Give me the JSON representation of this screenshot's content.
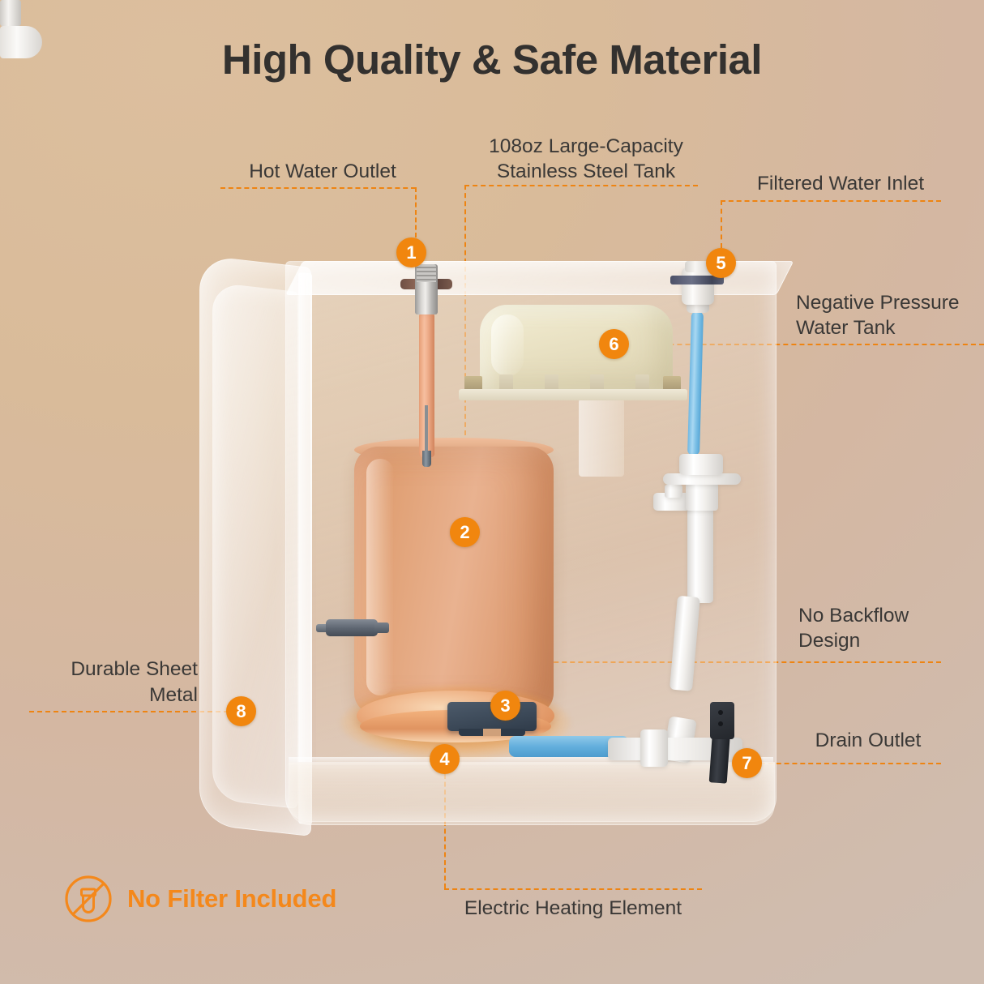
{
  "page": {
    "title": "High Quality & Safe Material",
    "background_start": "#dcbf9e",
    "background_end": "#cfbdb0",
    "accent_color": "#f1860e",
    "text_color": "#3a3836"
  },
  "callouts": [
    {
      "number": "1",
      "label": "Hot Water Outlet"
    },
    {
      "number": "2",
      "label": "108oz Large-Capacity\nStainless Steel Tank"
    },
    {
      "number": "3",
      "label": "No Backflow\nDesign"
    },
    {
      "number": "4",
      "label": "Electric Heating Element"
    },
    {
      "number": "5",
      "label": "Filtered Water Inlet"
    },
    {
      "number": "6",
      "label": "Negative Pressure\nWater Tank"
    },
    {
      "number": "7",
      "label": "Drain Outlet"
    },
    {
      "number": "8",
      "label": "Durable Sheet Metal"
    }
  ],
  "footer": {
    "no_filter_text": "No Filter Included",
    "no_filter_icon": "no-filter-icon",
    "no_filter_color": "#f4881b"
  },
  "product": {
    "name": "countertop-water-dispenser-cutaway",
    "housing_label": "transparent-sheet-metal-housing",
    "tank_label": "stainless-steel-hot-tank",
    "heater_label": "electric-heating-element",
    "npt_label": "negative-pressure-water-tank"
  }
}
